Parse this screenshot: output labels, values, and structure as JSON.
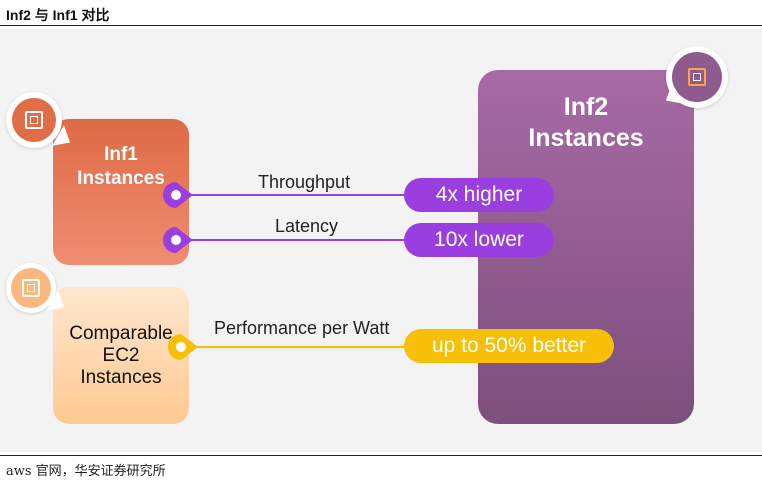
{
  "header": {
    "title": "Inf2 与 Inf1 对比"
  },
  "cards": {
    "inf1": {
      "line1": "Inf1",
      "line2": "Instances"
    },
    "ec2": {
      "line1": "Comparable",
      "line2": "EC2",
      "line3": "Instances"
    },
    "inf2": {
      "line1": "Inf2",
      "line2": "Instances"
    }
  },
  "metrics": [
    {
      "label": "Throughput",
      "value": "4x higher"
    },
    {
      "label": "Latency",
      "value": "10x lower"
    },
    {
      "label": "Performance per Watt",
      "value": "up to 50% better"
    }
  ],
  "icons": {
    "inf1": "chip-icon",
    "ec2": "chip-icon",
    "inf2": "chip-icon"
  },
  "colors": {
    "purple": "#9a3ee0",
    "yellow": "#f8bf07",
    "orange": "#e06c48",
    "plum": "#8f5b8f"
  },
  "footer": {
    "source": "aws 官网，华安证券研究所"
  }
}
